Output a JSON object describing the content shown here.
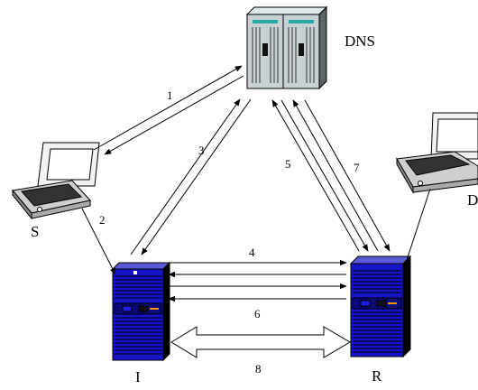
{
  "nodes": {
    "dns": {
      "label": "DNS",
      "icon": "server-rack-icon"
    },
    "s": {
      "label": "S",
      "icon": "laptop-icon"
    },
    "d": {
      "label": "D",
      "icon": "laptop-icon"
    },
    "i": {
      "label": "I",
      "icon": "tower-server-icon"
    },
    "r": {
      "label": "R",
      "icon": "tower-server-icon"
    }
  },
  "edges": {
    "e1": "1",
    "e2": "2",
    "e3": "3",
    "e4": "4",
    "e5": "5",
    "e6": "6",
    "e7": "7",
    "e8": "8"
  },
  "colors": {
    "server": "#1414c8",
    "server_dark": "#0a0a78",
    "dns_rack": "#c8d2d2",
    "accent_orange": "#ff9900"
  }
}
